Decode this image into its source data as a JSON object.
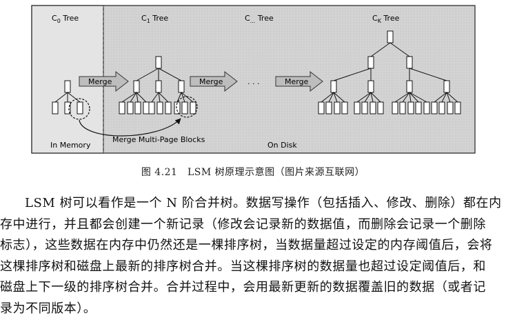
{
  "figure": {
    "tree_labels": {
      "c0": "C",
      "c0_sub": "0",
      "c0_suffix": " Tree",
      "c1": "C",
      "c1_sub": "1",
      "c1_suffix": " Tree",
      "cdots": "C",
      "cdots_sub": "...",
      "cdots_suffix": " Tree",
      "ck": "C",
      "ck_sub": "K",
      "ck_suffix": " Tree"
    },
    "merge_labels": [
      "Merge",
      "Merge",
      "Merge"
    ],
    "ellipsis": ". . .",
    "in_memory": "In Memory",
    "merge_blocks": "Merge Multi-Page Blocks",
    "on_disk": "On Disk",
    "colors": {
      "panel": "#d4d4d4",
      "memory_panel": "#e2e2e2",
      "node": "#ffffff",
      "arrow": "#bcbcbc"
    }
  },
  "caption": "图 4.21　LSM 树原理示意图（图片来源互联网）",
  "paragraph_lines": [
    "LSM 树可以看作是一个 N 阶合并树。数据写操作（包括插入、修改、删除）都在内",
    "存中进行，并且都会创建一个新记录（修改会记录新的数据值，而删除会记录一个删除",
    "标志），这些数据在内存中仍然还是一棵排序树，当数据量超过设定的内存阈值后，会将",
    "这棵排序树和磁盘上最新的排序树合并。当这棵排序树的数据量也超过设定阈值后，和",
    "磁盘上下一级的排序树合并。合并过程中，会用最新更新的数据覆盖旧的数据（或者记",
    "录为不同版本）。"
  ]
}
